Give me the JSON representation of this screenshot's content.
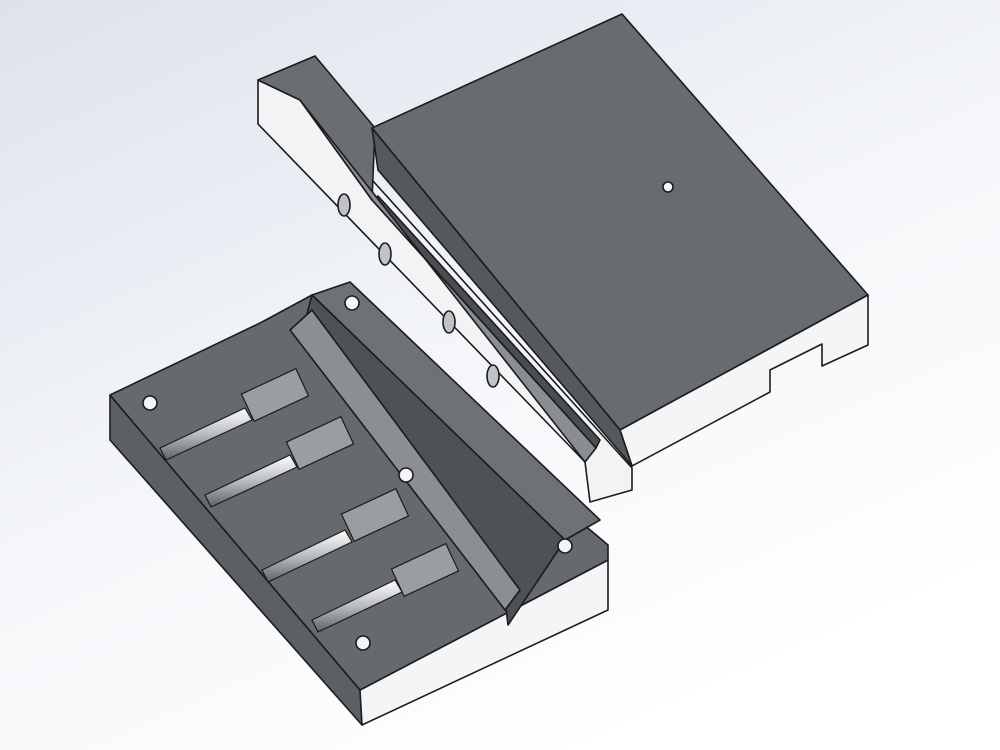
{
  "colors": {
    "background_top": "#dfe4ee",
    "background_bottom": "#ffffff",
    "top_face": "#6b6e72",
    "dark_face": "#55585c",
    "light_face": "#f4f5f7",
    "edge": "#1c1c1c",
    "pin": "#c9cbce"
  },
  "parts": [
    "upper-mold-plate",
    "upper-rail",
    "lower-mold-plate",
    "lower-rail"
  ]
}
